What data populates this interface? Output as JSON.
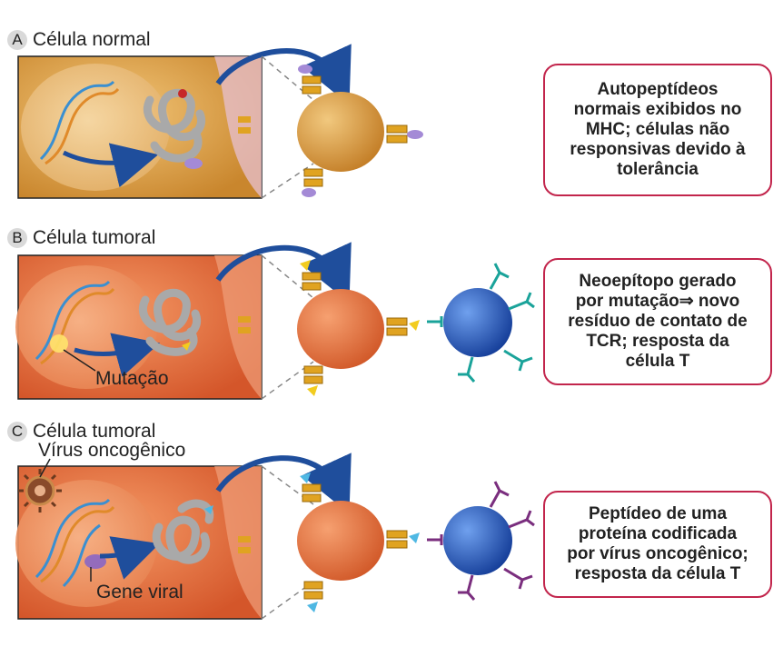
{
  "panels": [
    {
      "letter": "A",
      "title": "Célula normal",
      "description": [
        "Autopeptídeos",
        "normais exibidos no",
        "MHC; células não",
        "responsivas devido à",
        "tolerância"
      ],
      "tumor_color": "#d99a3c",
      "has_t_cell": false
    },
    {
      "letter": "B",
      "title": "Célula tumoral",
      "description": [
        "Neoepítopo gerado",
        "por mutação⇒ novo",
        "resíduo de contato de",
        "TCR; resposta da",
        "célula T"
      ],
      "callouts": [
        "Mutação"
      ],
      "tumor_color": "#e0703a",
      "has_t_cell": true
    },
    {
      "letter": "C",
      "title": "Célula tumoral",
      "description": [
        "Peptídeo de uma",
        "proteína codificada",
        "por vírus oncogênico;",
        "resposta da célula T"
      ],
      "callouts": [
        "Vírus oncogênico",
        "Gene viral"
      ],
      "tumor_color": "#e0703a",
      "has_t_cell": true
    }
  ],
  "colors": {
    "border_accent": "#c2254c",
    "arrow": "#1f4e9c",
    "t_cell": "#2456b5",
    "mhc": "#e0a321"
  }
}
